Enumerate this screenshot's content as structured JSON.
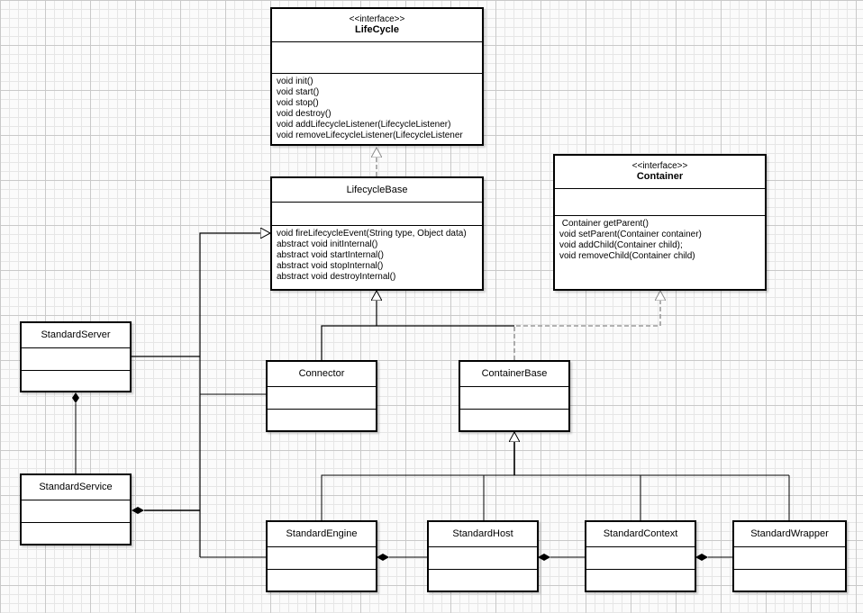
{
  "diagram": {
    "classes": {
      "lifecycle": {
        "stereotype": "<<interface>>",
        "name": "LifeCycle",
        "operations": [
          "void init()",
          "void start()",
          "void stop()",
          "void destroy()",
          "void addLifecycleListener(LifecycleListener)",
          "void removeLifecycleListener(LifecycleListener"
        ]
      },
      "lifecycle_base": {
        "name": "LifecycleBase",
        "operations": [
          "void fireLifecycleEvent(String type, Object data)",
          "abstract void initInternal()",
          "abstract void startInternal()",
          "abstract void stopInternal()",
          "abstract void destroyInternal()"
        ]
      },
      "container": {
        "stereotype": "<<interface>>",
        "name": "Container",
        "operations": [
          " Container getParent()",
          "void setParent(Container container)",
          "void addChild(Container child);",
          "void removeChild(Container child)"
        ]
      },
      "standard_server": {
        "name": "StandardServer"
      },
      "standard_service": {
        "name": "StandardService"
      },
      "connector": {
        "name": "Connector"
      },
      "container_base": {
        "name": "ContainerBase"
      },
      "standard_engine": {
        "name": "StandardEngine"
      },
      "standard_host": {
        "name": "StandardHost"
      },
      "standard_context": {
        "name": "StandardContext"
      },
      "standard_wrapper": {
        "name": "StandardWrapper"
      }
    }
  }
}
